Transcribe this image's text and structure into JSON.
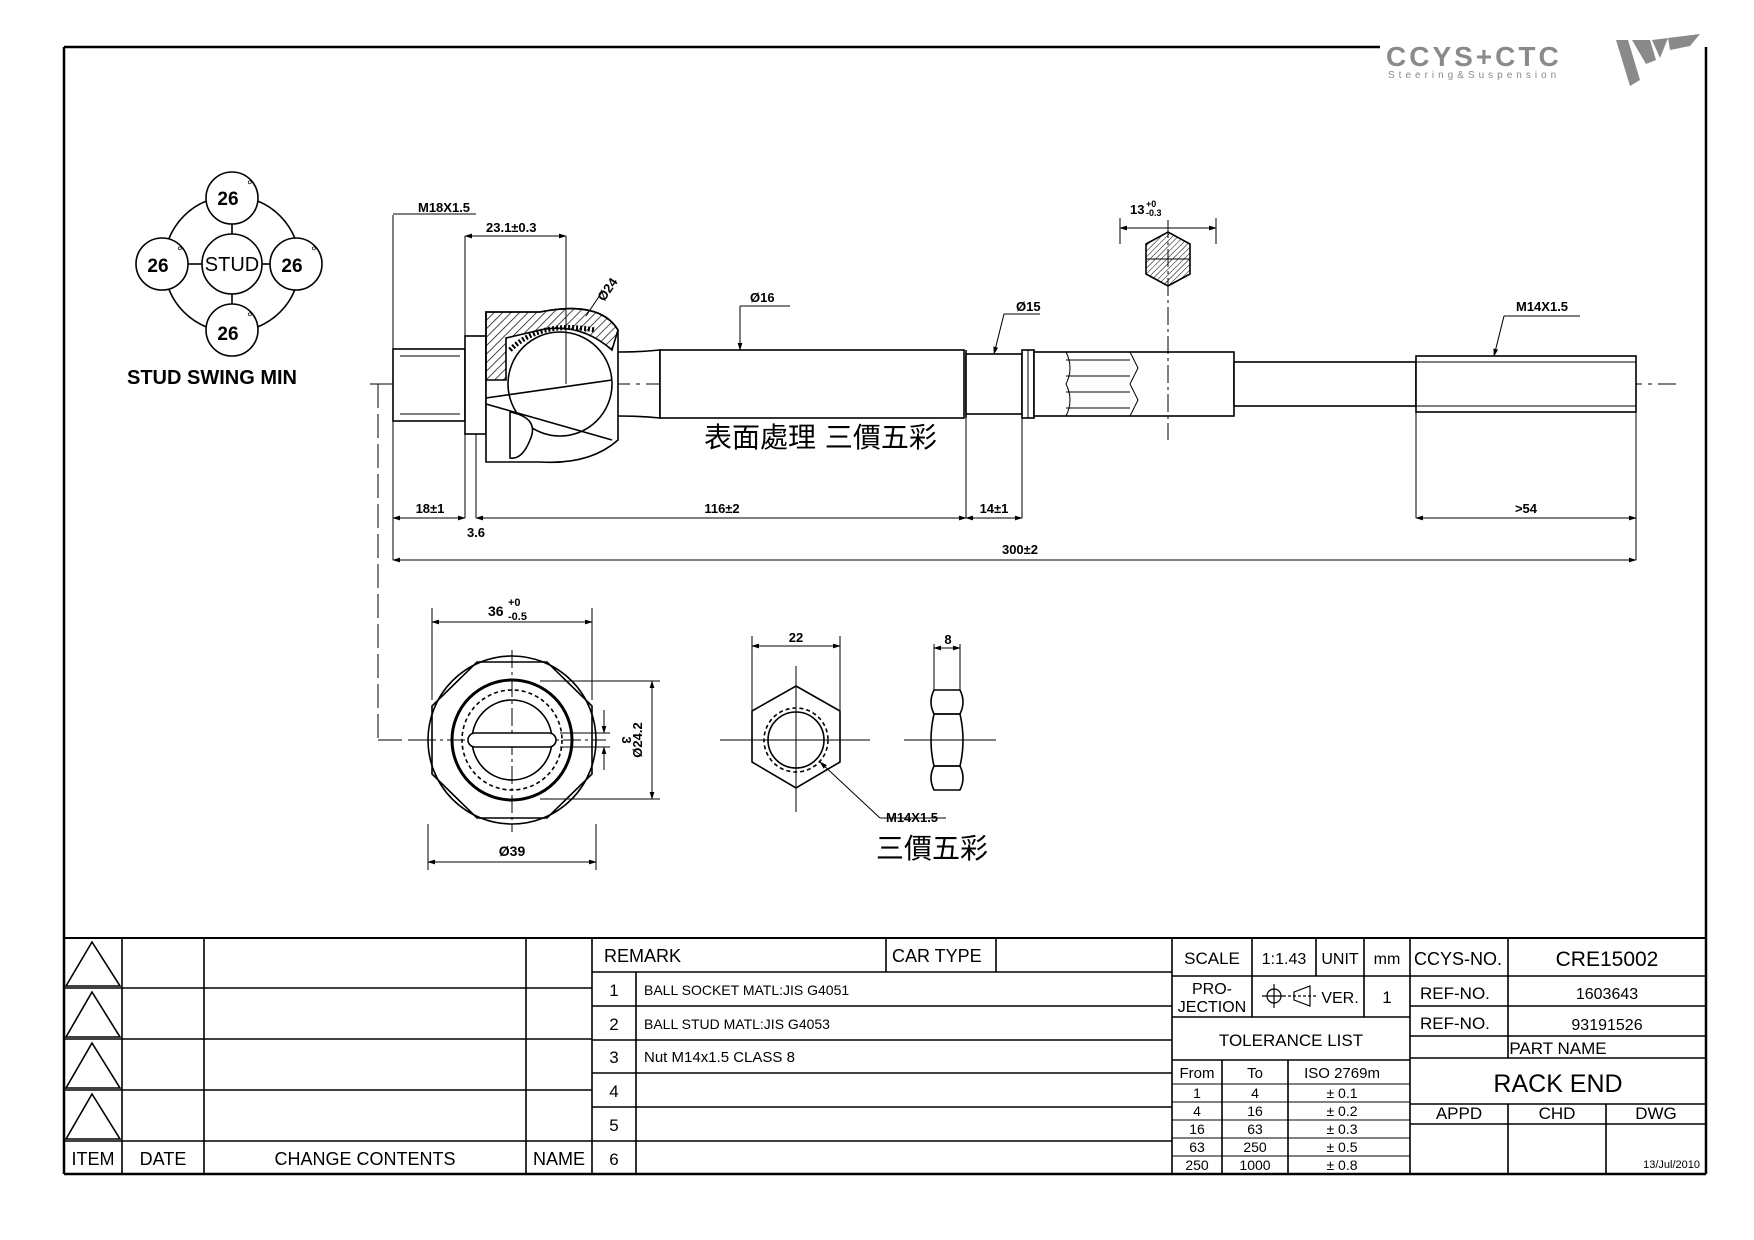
{
  "logo": {
    "brand": "CCYS+CTC",
    "tagline": "Steering&Suspension"
  },
  "swing": {
    "stud_label": "STUD",
    "angles": [
      "26",
      "26",
      "26",
      "26"
    ],
    "degree_symbol": "°",
    "caption": "STUD SWING MIN"
  },
  "dimensions": {
    "m18": "M18X1.5",
    "d23": "23.1±0.3",
    "d24": "Ø24",
    "d16": "Ø16",
    "d15": "Ø15",
    "hex13": "13",
    "hex13_tol_upper": "+0",
    "hex13_tol_lower": "-0.3",
    "m14_top": "M14X1.5",
    "d18": "18±1",
    "d36": "3.6",
    "d116": "116±2",
    "d14": "14±1",
    "d54": ">54",
    "d300": "300±2",
    "nut36": "36",
    "nut36_tol_upper": "+0",
    "nut36_tol_lower": "-0.5",
    "d3": "3",
    "d242": "Ø24.2",
    "d39": "Ø39",
    "hex22": "22",
    "hex8": "8",
    "m14_nut": "M14X1.5"
  },
  "notes": {
    "surface": "表面處理 三價五彩",
    "nut_finish": "三價五彩"
  },
  "revision_table": {
    "headers": [
      "ITEM",
      "DATE",
      "CHANGE CONTENTS",
      "NAME"
    ]
  },
  "remark_table": {
    "remark_label": "REMARK",
    "car_type_label": "CAR TYPE",
    "rows": [
      {
        "no": "1",
        "text": "BALL SOCKET MATL:JIS G4051"
      },
      {
        "no": "2",
        "text": "BALL STUD MATL:JIS G4053"
      },
      {
        "no": "3",
        "text": "Nut M14x1.5 CLASS 8"
      },
      {
        "no": "4",
        "text": ""
      },
      {
        "no": "5",
        "text": ""
      },
      {
        "no": "6",
        "text": ""
      }
    ]
  },
  "spec_block": {
    "scale_label": "SCALE",
    "scale_value": "1:1.43",
    "unit_label": "UNIT",
    "unit_value": "mm",
    "projection_label_1": "PRO-",
    "projection_label_2": "JECTION",
    "ver_label": "VER.",
    "ver_value": "1",
    "tolerance_title": "TOLERANCE LIST",
    "tolerance_headers": [
      "From",
      "To",
      "ISO 2769m"
    ],
    "tolerance_rows": [
      [
        "1",
        "4",
        "± 0.1"
      ],
      [
        "4",
        "16",
        "± 0.2"
      ],
      [
        "16",
        "63",
        "± 0.3"
      ],
      [
        "63",
        "250",
        "± 0.5"
      ],
      [
        "250",
        "1000",
        "± 0.8"
      ]
    ]
  },
  "title_block": {
    "ccys_no_label": "CCYS-NO.",
    "ccys_no_value": "CRE15002",
    "ref_no_label_1": "REF-NO.",
    "ref_no_value_1": "1603643",
    "ref_no_label_2": "REF-NO.",
    "ref_no_value_2": "93191526",
    "part_name_label": "PART NAME",
    "part_name_value": "RACK END",
    "appd_label": "APPD",
    "chd_label": "CHD",
    "dwg_label": "DWG",
    "date": "13/Jul/2010"
  },
  "colors": {
    "line": "#000000",
    "logo_gray": "#8a8a8a",
    "background": "#ffffff"
  }
}
